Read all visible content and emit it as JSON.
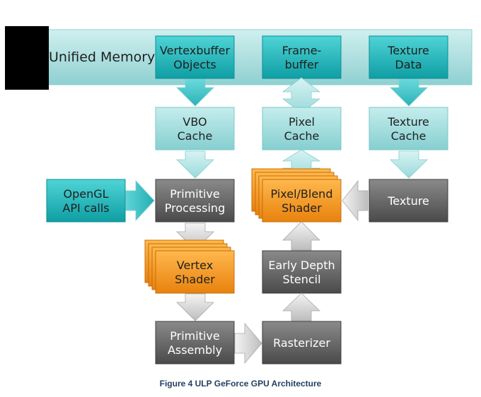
{
  "diagram": {
    "unified_memory": "Unified Memory",
    "vbo_line1": "Vertexbuffer",
    "vbo_line2": "Objects",
    "fb_line1": "Frame-",
    "fb_line2": "buffer",
    "tex_line1": "Texture",
    "tex_line2": "Data",
    "vbo_cache_line1": "VBO",
    "vbo_cache_line2": "Cache",
    "pixel_cache_line1": "Pixel",
    "pixel_cache_line2": "Cache",
    "tex_cache_line1": "Texture",
    "tex_cache_line2": "Cache",
    "opengl_line1": "OpenGL",
    "opengl_line2": "API calls",
    "prim_proc_line1": "Primitive",
    "prim_proc_line2": "Processing",
    "pixel_blend_line1": "Pixel/Blend",
    "pixel_blend_line2": "Shader",
    "texture": "Texture",
    "vertex_line1": "Vertex",
    "vertex_line2": "Shader",
    "early_depth_line1": "Early Depth",
    "early_depth_line2": "Stencil",
    "prim_asm_line1": "Primitive",
    "prim_asm_line2": "Assembly",
    "rasterizer": "Rasterizer",
    "caption": "Figure 4 ULP GeForce GPU Architecture"
  },
  "colors": {
    "teal": "#1fb5b8",
    "light_teal": "#9cd8d8",
    "gray": "#5f5f5f",
    "orange": "#f39a1f",
    "black": "#000000"
  }
}
